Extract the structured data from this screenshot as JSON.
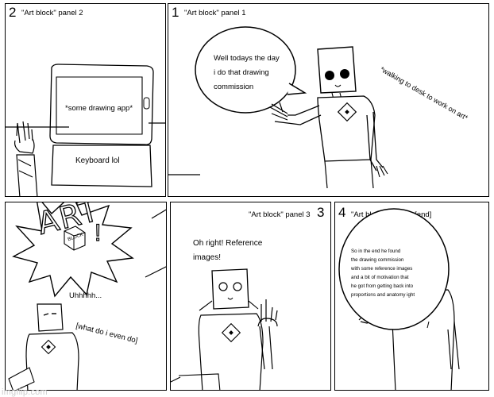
{
  "panels": {
    "p2": {
      "number": "2",
      "title": "\"Art block\" panel 2",
      "laptop_screen": "*some drawing app*",
      "keyboard": "Keyboard lol"
    },
    "p1": {
      "number": "1",
      "title": "\"Art block\" panel 1",
      "speech": [
        "Well todays the day",
        "i do that drawing",
        "commission"
      ],
      "action": "*walking to desk to work on art*"
    },
    "p3a": {
      "art_burst": "ART",
      "block_cube": "BLOCK",
      "exclaim": "!",
      "thought": "Uhhhhh...",
      "whisper": "[what do i even do]"
    },
    "p3": {
      "number": "3",
      "title": "\"Art block\" panel 3",
      "speech": [
        "Oh right! Reference",
        "images!"
      ]
    },
    "p4": {
      "number": "4",
      "title": "\"Art block\" panel 4 [end]",
      "speech": [
        "So in the end he found",
        "the drawing commission",
        "with some reference images",
        "and a bit of motivation that",
        "he got from getting back into",
        "proportions and anatomy ight"
      ]
    }
  },
  "watermark": "imgflip.com",
  "colors": {
    "ink": "#000000",
    "paper": "#ffffff",
    "watermark": "#cfcfcf"
  }
}
